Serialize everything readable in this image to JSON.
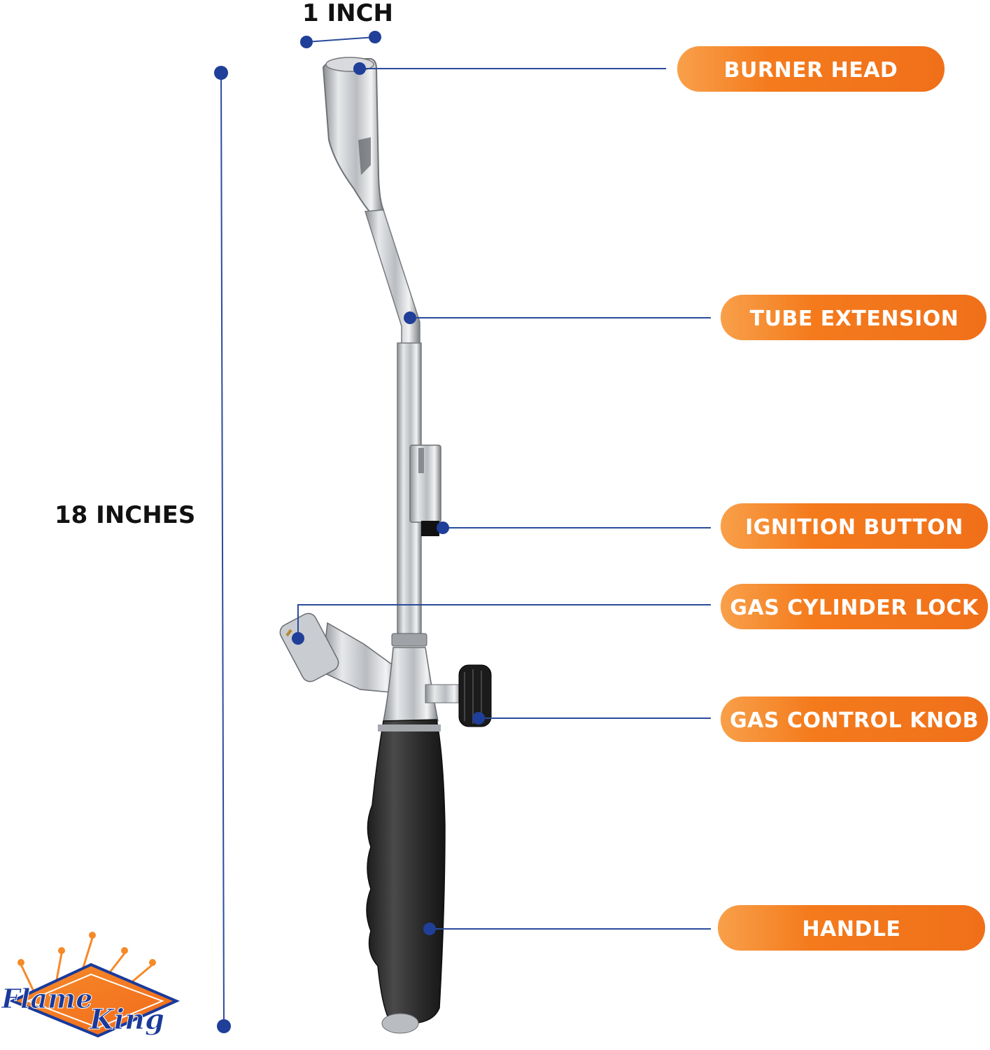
{
  "dimensions": {
    "width_label": "1 INCH",
    "height_label": "18 INCHES"
  },
  "callouts": [
    {
      "id": "burner-head",
      "label": "BURNER HEAD"
    },
    {
      "id": "tube-extension",
      "label": "TUBE EXTENSION"
    },
    {
      "id": "ignition-button",
      "label": "IGNITION BUTTON"
    },
    {
      "id": "gas-cylinder-lock",
      "label": "GAS CYLINDER LOCK"
    },
    {
      "id": "gas-control-knob",
      "label": "GAS CONTROL KNOB"
    },
    {
      "id": "handle",
      "label": "HANDLE"
    }
  ],
  "logo": {
    "line1": "Flame",
    "line2": "King"
  },
  "colors": {
    "accent_orange": "#f47d20",
    "marker_blue": "#1f3f98",
    "line_blue": "#2b4b9b"
  }
}
